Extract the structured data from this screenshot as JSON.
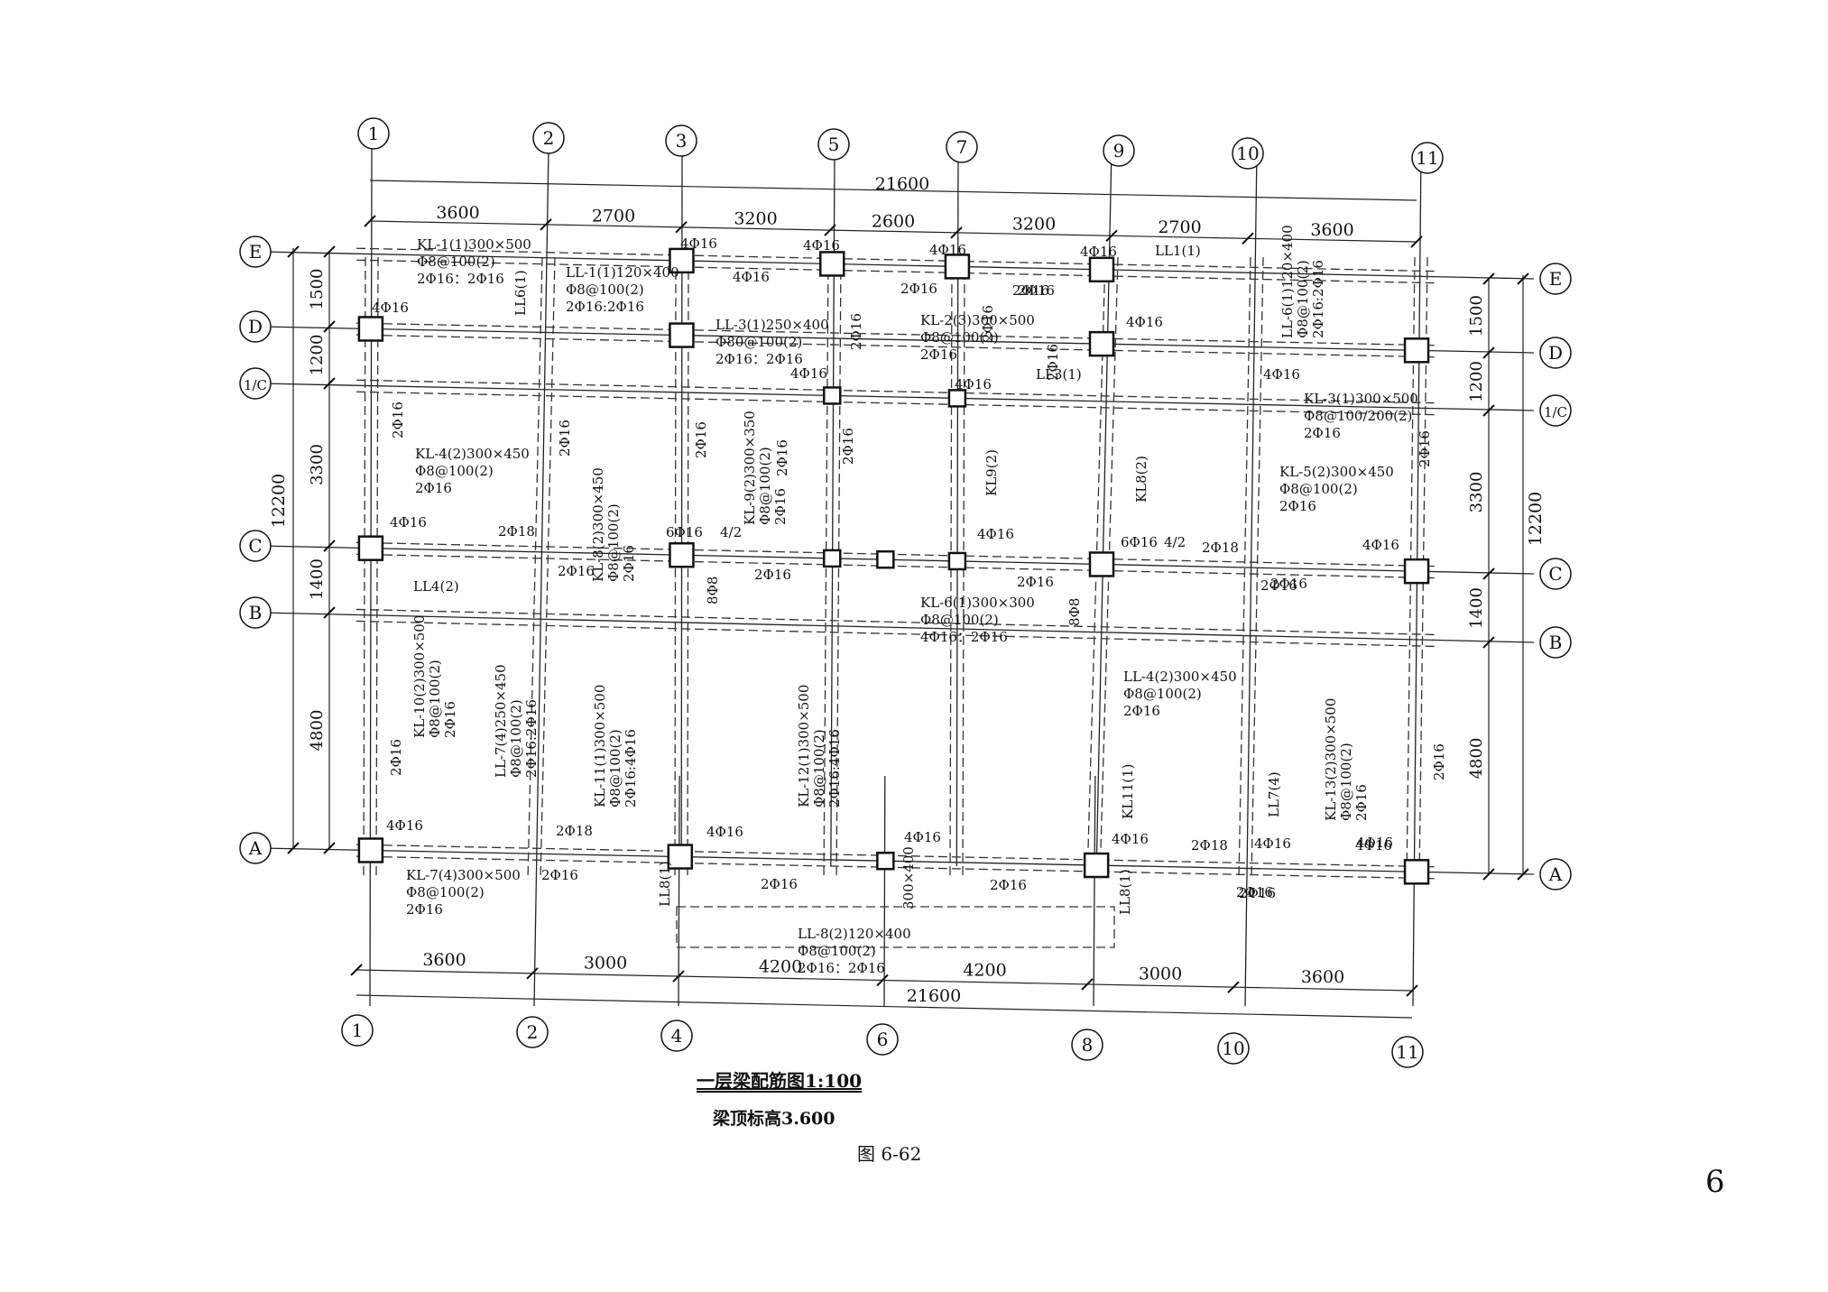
{
  "drawing": {
    "title": "一层梁配筋图1:100",
    "subtitle": "梁顶标高3.600",
    "figure_label": "图 6-62",
    "page_number": "6"
  },
  "axes": {
    "top": [
      "1",
      "2",
      "3",
      "5",
      "7",
      "9",
      "10",
      "11"
    ],
    "bottom": [
      "1",
      "2",
      "4",
      "6",
      "8",
      "10",
      "11"
    ],
    "left": [
      "E",
      "D",
      "1/C",
      "C",
      "B",
      "A"
    ],
    "right": [
      "E",
      "D",
      "1/C",
      "C",
      "B",
      "A"
    ]
  },
  "dimensions": {
    "top_total": "21600",
    "top_spans": [
      "3600",
      "2700",
      "3200",
      "2600",
      "3200",
      "2700",
      "3600"
    ],
    "bottom_total": "21600",
    "bottom_spans": [
      "3600",
      "3000",
      "4200",
      "4200",
      "3000",
      "3600"
    ],
    "left_total": "12200",
    "left_spans": [
      "1500",
      "1200",
      "3300",
      "1400",
      "4800"
    ],
    "right_total": "12200",
    "right_spans": [
      "1500",
      "1200",
      "3300",
      "1400",
      "4800"
    ]
  },
  "beam_labels": [
    {
      "lines": [
        "KL-1(1)300×500",
        "Φ8@100(2)",
        "2Φ16：2Φ16"
      ]
    },
    {
      "lines": [
        "LL-1(1)120×400",
        "Φ8@100(2)",
        "2Φ16:2Φ16"
      ]
    },
    {
      "lines": [
        "LL-3(1)250×400",
        "Φ80@100(2)",
        "2Φ16：2Φ16"
      ]
    },
    {
      "lines": [
        "KL-2(3)300×500",
        "Φ8@100(2)",
        "2Φ16"
      ]
    },
    {
      "lines": [
        "LL1(1)"
      ]
    },
    {
      "lines": [
        "LL3(1)"
      ]
    },
    {
      "lines": [
        "KL-3(1)300×500",
        "Φ8@100/200(2)",
        "2Φ16"
      ]
    },
    {
      "lines": [
        "KL-4(2)300×450",
        "Φ8@100(2)",
        "2Φ16"
      ]
    },
    {
      "lines": [
        "KL-5(2)300×450",
        "Φ8@100(2)",
        "2Φ16"
      ]
    },
    {
      "lines": [
        "LL4(2)"
      ]
    },
    {
      "lines": [
        "KL-6(1)300×300",
        "Φ8@100(2)",
        "4Φ16：2Φ16"
      ]
    },
    {
      "lines": [
        "LL-4(2)300×450",
        "Φ8@100(2)",
        "2Φ16"
      ]
    },
    {
      "lines": [
        "KL-7(4)300×500",
        "Φ8@100(2)",
        "2Φ16"
      ]
    },
    {
      "lines": [
        "LL-8(2)120×400",
        "Φ8@100(2)",
        "2Φ16：2Φ16"
      ]
    },
    {
      "lines": [
        "LL6(1)"
      ]
    },
    {
      "lines": [
        "LL-6(1)120×400",
        "Φ8@100(2)",
        "2Φ16:2Φ16"
      ]
    },
    {
      "lines": [
        "KL-8(2)300×450",
        "Φ8@100(2)",
        "2Φ16"
      ]
    },
    {
      "lines": [
        "KL-9(2)300×350",
        "Φ8@100(2)",
        "2Φ16"
      ]
    },
    {
      "lines": [
        "KL9(2)"
      ]
    },
    {
      "lines": [
        "KL8(2)"
      ]
    },
    {
      "lines": [
        "KL-10(2)300×500",
        "Φ8@100(2)",
        "2Φ16"
      ]
    },
    {
      "lines": [
        "LL-7(4)250×450",
        "Φ8@100(2)",
        "2Φ16:2Φ16"
      ]
    },
    {
      "lines": [
        "KL-11(1)300×500",
        "Φ8@100(2)",
        "2Φ16:4Φ16"
      ]
    },
    {
      "lines": [
        "KL-12(1)300×500",
        "Φ8@100(2)",
        "2Φ16:4Φ16"
      ]
    },
    {
      "lines": [
        "KL11(1)"
      ]
    },
    {
      "lines": [
        "LL7(4)"
      ]
    },
    {
      "lines": [
        "KL-13(2)300×500",
        "Φ8@100(2)",
        "2Φ16"
      ]
    },
    {
      "lines": [
        "LL8(1)"
      ]
    },
    {
      "lines": [
        "LL8(1)"
      ]
    },
    {
      "lines": [
        "300×400"
      ]
    }
  ],
  "rebar_notes": [
    "4Φ16",
    "4Φ16",
    "4Φ16",
    "4Φ16",
    "4Φ16",
    "4Φ16",
    "4Φ16",
    "4Φ16",
    "2Φ16",
    "2Φ16",
    "2Φ16",
    "2Φ16",
    "2Φ16",
    "2Φ16",
    "4Φ16",
    "4Φ16",
    "2Φ16",
    "2Φ16",
    "2Φ16",
    "2Φ16",
    "2Φ16",
    "2Φ16",
    "2Φ16",
    "4Φ16",
    "2Φ18",
    "6Φ16",
    "4/2",
    "2Φ16",
    "2Φ16",
    "4Φ16",
    "6Φ16",
    "4/2",
    "2Φ18",
    "2Φ16",
    "2Φ16",
    "4Φ16",
    "8Φ8",
    "8Φ8",
    "2Φ16",
    "2Φ16",
    "4Φ16",
    "2Φ18",
    "2Φ16",
    "4Φ16",
    "4Φ16",
    "2Φ16",
    "4Φ16",
    "2Φ16",
    "4Φ16",
    "2Φ18",
    "2Φ16",
    "4Φ16",
    "4Φ16",
    "2Φ16"
  ]
}
